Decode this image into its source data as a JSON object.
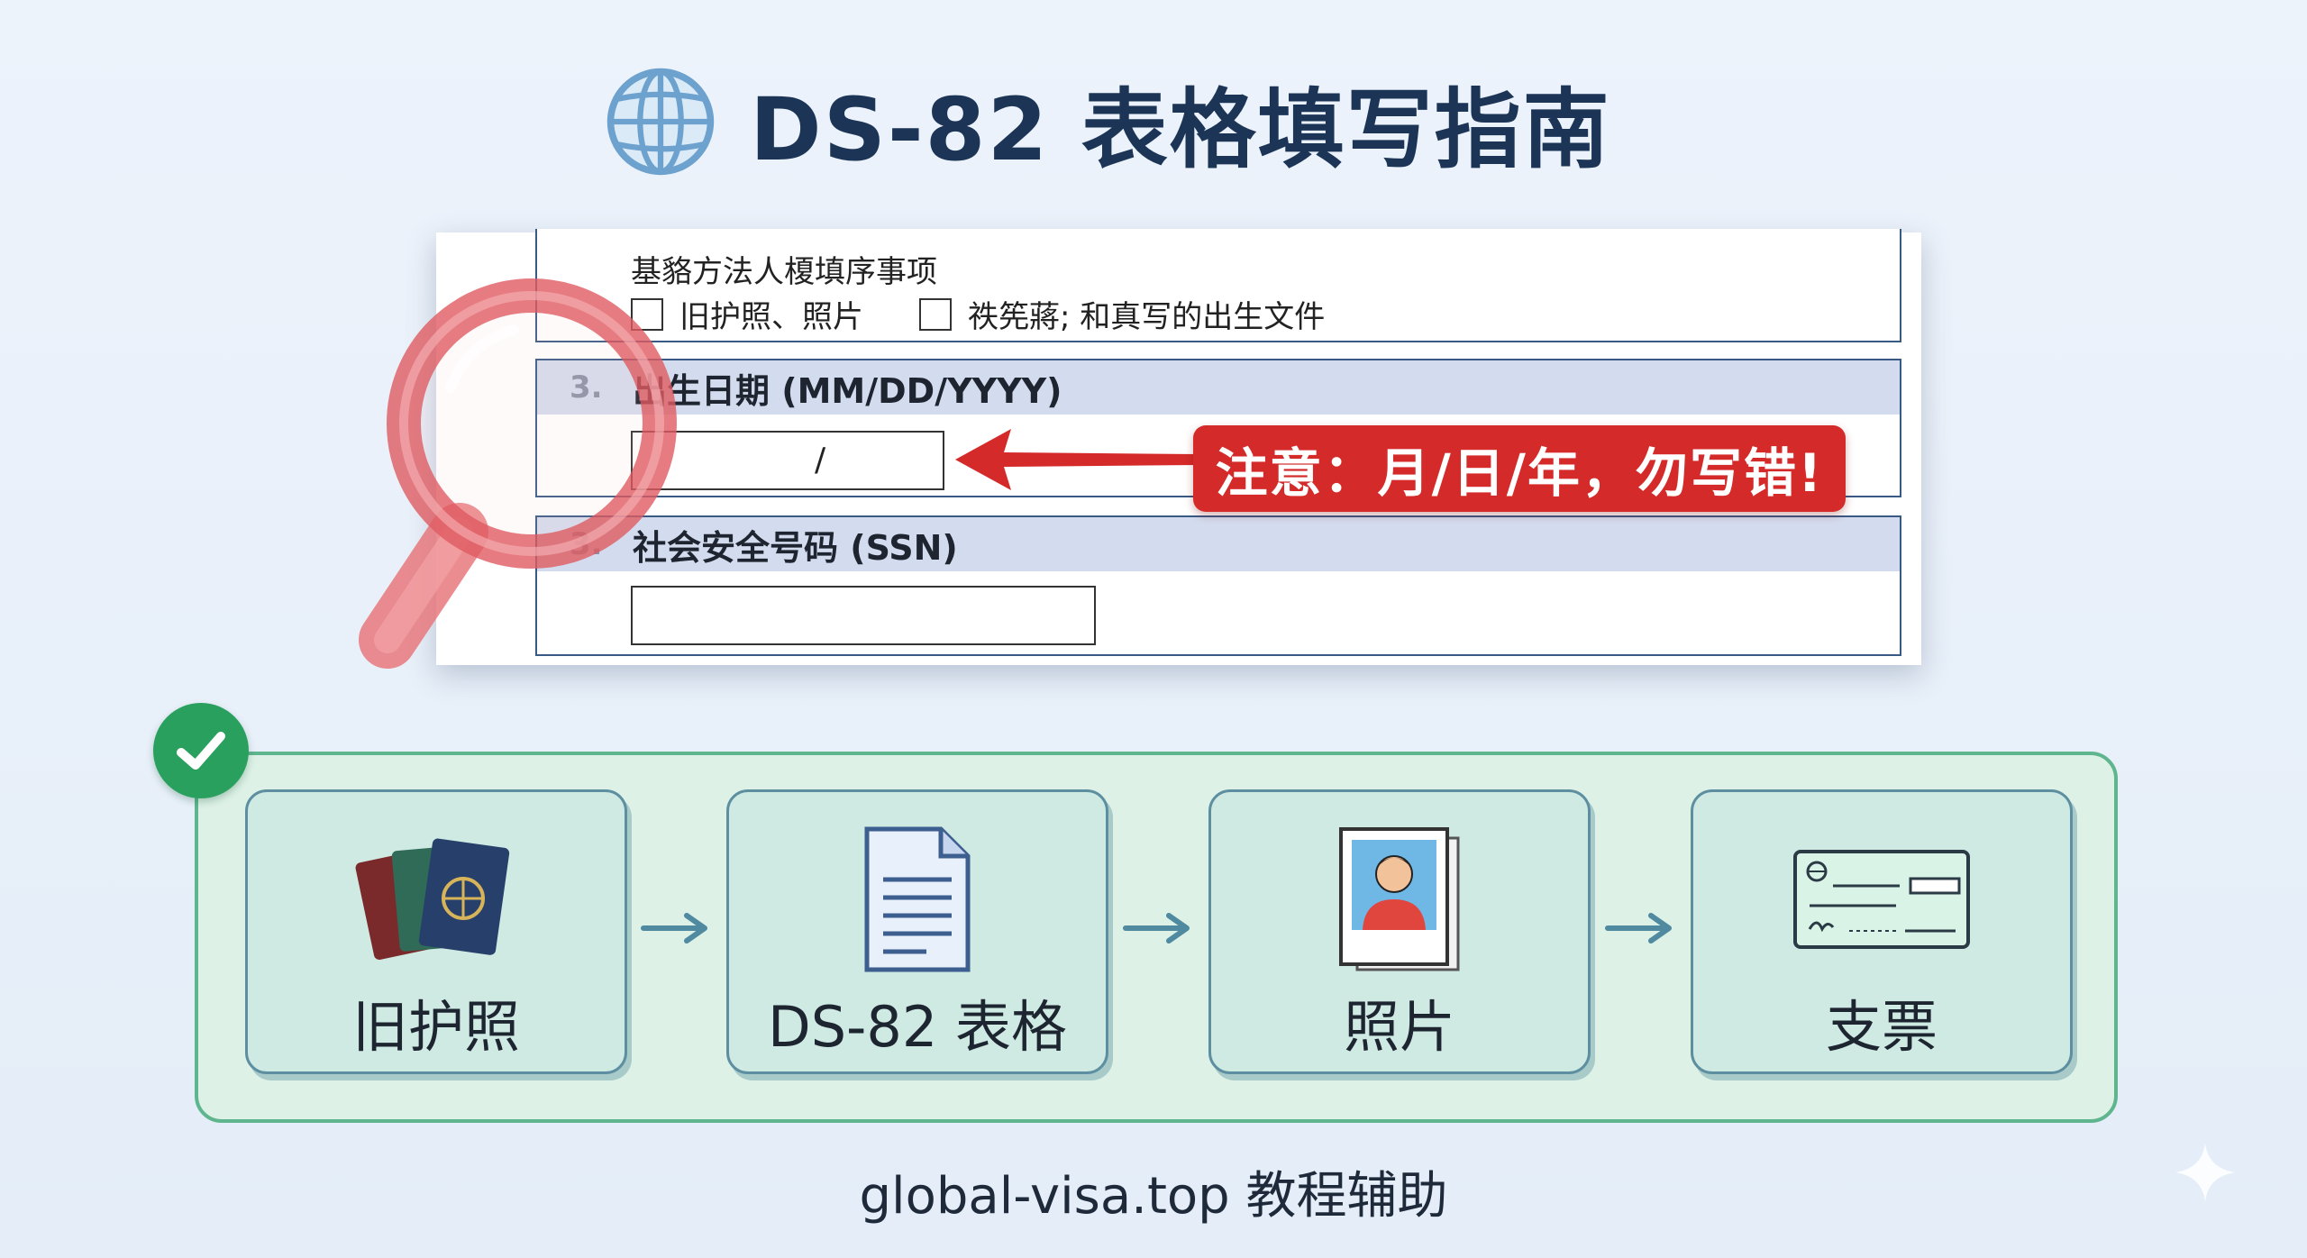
{
  "header": {
    "title": "DS-82 表格填写指南",
    "icon": "globe-icon"
  },
  "form": {
    "section1": {
      "line": "基貉方法人榎填序事项",
      "checkbox1_label": "旧护照、照片",
      "checkbox2_label": "祑筅蔣; 和真写的出生文件"
    },
    "section2": {
      "number": "3.",
      "label": "出生日期 (MM/DD/YYYY)",
      "date_value": "/"
    },
    "section3": {
      "number": "3.",
      "label": "社会安全号码 (SSN)"
    }
  },
  "callout": {
    "text": "注意：月/日/年，勿写错!",
    "color": "#d42a2a"
  },
  "checklist": {
    "status_icon": "check-circle-icon",
    "steps": [
      {
        "label": "旧护照",
        "icon": "passport-icon"
      },
      {
        "label": "DS-82 表格",
        "icon": "document-icon"
      },
      {
        "label": "照片",
        "icon": "photo-icon"
      },
      {
        "label": "支票",
        "icon": "check-payment-icon"
      }
    ]
  },
  "footer": {
    "text": "global-visa.top 教程辅助"
  }
}
